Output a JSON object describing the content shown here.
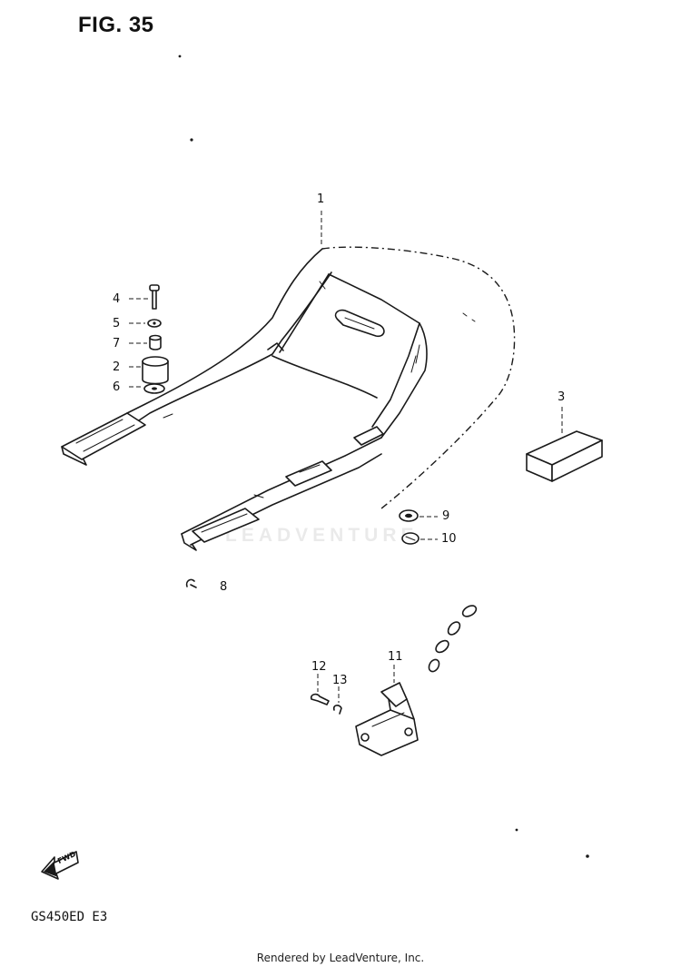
{
  "figure": {
    "title": "FIG. 35",
    "model": "GS450ED  E3"
  },
  "watermark": {
    "brand": "LEADVENTURE"
  },
  "credit": "Rendered by LeadVenture, Inc.",
  "fwd_arrow": {
    "label": "FWD"
  },
  "callouts": [
    {
      "id": "c1",
      "label": "1"
    },
    {
      "id": "c2",
      "label": "2"
    },
    {
      "id": "c3",
      "label": "3"
    },
    {
      "id": "c4",
      "label": "4"
    },
    {
      "id": "c5",
      "label": "5"
    },
    {
      "id": "c6",
      "label": "6"
    },
    {
      "id": "c7",
      "label": "7"
    },
    {
      "id": "c8",
      "label": "8"
    },
    {
      "id": "c9",
      "label": "9"
    },
    {
      "id": "c10",
      "label": "10"
    },
    {
      "id": "c11",
      "label": "11"
    },
    {
      "id": "c12",
      "label": "12"
    },
    {
      "id": "c13",
      "label": "13"
    }
  ]
}
